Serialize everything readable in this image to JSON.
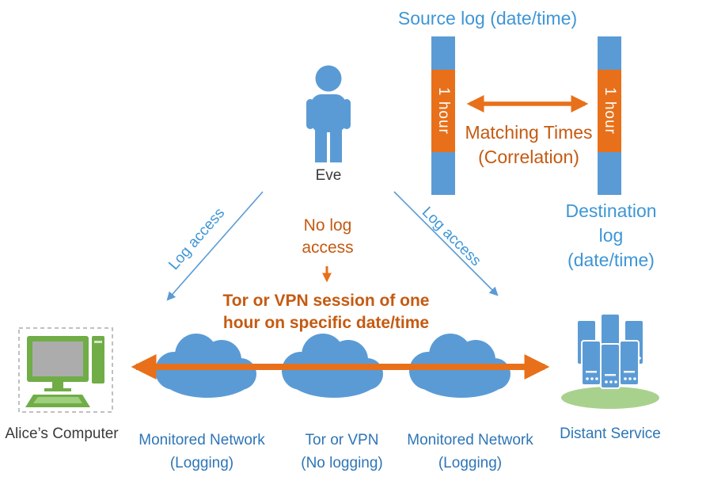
{
  "colors": {
    "shape_blue": "#5B9BD5",
    "arrow_orange": "#E8701A",
    "text_orange": "#C55A11",
    "text_blue_light": "#3E96D6",
    "text_blue_dark": "#2E75B6",
    "shape_green": "#70AD47",
    "shape_green_light": "#A9D18E",
    "text_dark": "#3A3A3A"
  },
  "timeline": {
    "source_label": "Source log (date/time)",
    "destination_label": "Destination log (date/time)",
    "segment_label": "1 hour",
    "matching_label": "Matching Times\n(Correlation)"
  },
  "attacker": {
    "name": "Eve",
    "left_arrow_label": "Log access",
    "right_arrow_label": "Log access",
    "no_log_label": "No log\naccess",
    "session_label": "Tor or VPN session of one\nhour on specific date/time"
  },
  "network": {
    "alice_label": "Alice’s Computer",
    "monitored_left_label": "Monitored Network\n(Logging)",
    "tor_label": "Tor or VPN\n(No logging)",
    "monitored_right_label": "Monitored Network\n(Logging)",
    "service_label": "Distant Service"
  }
}
